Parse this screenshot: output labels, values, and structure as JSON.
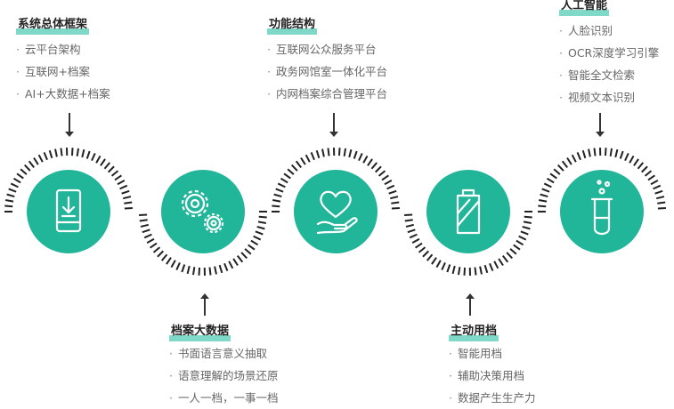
{
  "accent_color": "#21b59a",
  "highlight_color": "#7fd8c8",
  "blocks": [
    {
      "title": "系统总体框架",
      "items": [
        "云平台架构",
        "互联网+档案",
        "AI+大数据+档案"
      ]
    },
    {
      "title": "档案大数据",
      "items": [
        "书面语言意义抽取",
        "语意理解的场景还原",
        "一人一档，一事一档"
      ]
    },
    {
      "title": "功能结构",
      "items": [
        "互联网公众服务平台",
        "政务网馆室一体化平台",
        "内网档案综合管理平台"
      ]
    },
    {
      "title": "主动用档",
      "items": [
        "智能用档",
        "辅助决策用档",
        "数据产生生产力"
      ]
    },
    {
      "title": "人工智能",
      "items": [
        "人脸识别",
        "OCR深度学习引擎",
        "智能全文检索",
        "视频文本识别"
      ]
    }
  ],
  "nodes": [
    {
      "icon": "phone-download-icon"
    },
    {
      "icon": "gears-icon"
    },
    {
      "icon": "heart-hand-icon"
    },
    {
      "icon": "battery-icon"
    },
    {
      "icon": "test-tube-icon"
    }
  ]
}
